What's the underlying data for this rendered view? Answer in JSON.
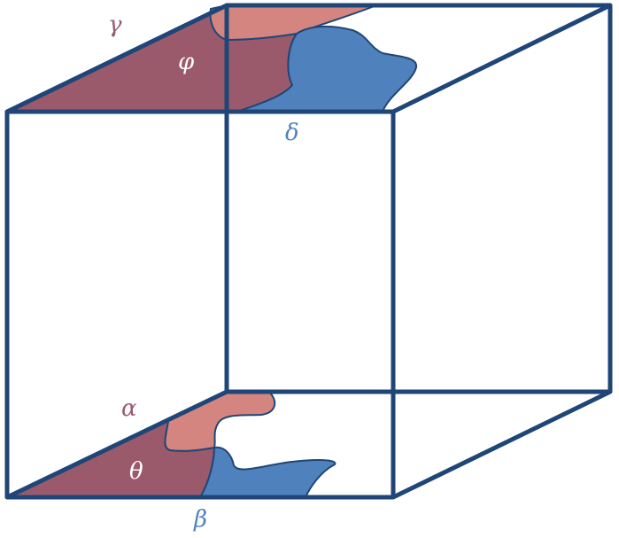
{
  "labels": {
    "gamma": "γ",
    "phi": "φ",
    "delta": "δ",
    "alpha": "α",
    "theta": "θ",
    "beta": "β"
  },
  "colors": {
    "edge": "#1f4677",
    "region_dark": "#9b5a6c",
    "region_pink": "#d4857f",
    "region_blue": "#4f81bd",
    "label_maroon": "#9b5a6c",
    "label_blue": "#4f81bd",
    "label_white": "#ffffff"
  }
}
